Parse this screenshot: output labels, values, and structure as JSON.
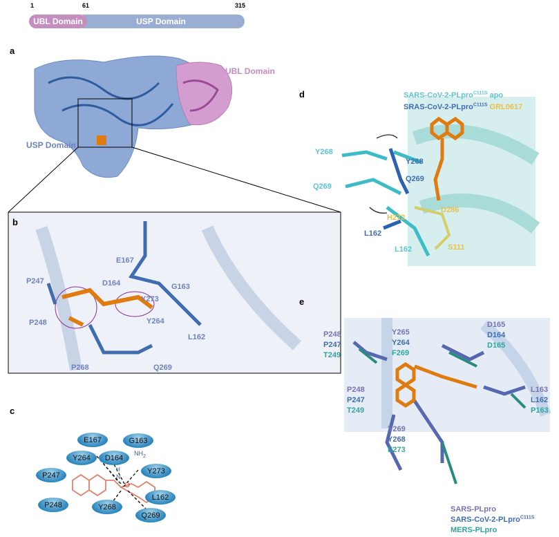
{
  "domain_bar": {
    "start": "1",
    "mid": "61",
    "end": "315",
    "ubl_label": "UBL Domain",
    "usp_label": "USP Domain",
    "ubl_color": "#c48fbf",
    "usp_color": "#9aaed4"
  },
  "panel_a": {
    "letter": "a",
    "ubl_label": "UBL Domain",
    "usp_label": "USP Domain"
  },
  "panel_b": {
    "letter": "b",
    "residues": [
      "E167",
      "D164",
      "P247",
      "Y273",
      "G163",
      "P248",
      "Y264",
      "L162",
      "P268",
      "Q269"
    ]
  },
  "panel_c": {
    "letter": "c",
    "residues": [
      "E167",
      "G163",
      "Y264",
      "D164",
      "Y273",
      "P247",
      "L162",
      "P248",
      "Y268",
      "Q269"
    ],
    "ligand_atoms": {
      "nh2": "NH",
      "nh2_sub": "2",
      "n": "N",
      "h": "H",
      "o": "O"
    }
  },
  "panel_d": {
    "letter": "d",
    "legend1_main": "SARS-CoV-2-PLpro",
    "legend1_sup": "C111S",
    "legend1_tail": "apo",
    "legend2_main": "SRAS-CoV-2-PLpro",
    "legend2_sup": "C111S",
    "legend2_tail": "GRL0617",
    "labels": {
      "y268_apo": "Y268",
      "y268": "Y268",
      "q269_apo": "Q269",
      "q269": "Q269",
      "h272": "H272",
      "d286": "D286",
      "l162": "L162",
      "l162_apo": "L162",
      "s111": "S111"
    }
  },
  "panel_e": {
    "letter": "e",
    "groups": [
      [
        "P248",
        "P247",
        "T249"
      ],
      [
        "Y265",
        "Y264",
        "F269"
      ],
      [
        "D165",
        "D164",
        "D165"
      ],
      [
        "P248",
        "P247",
        "T249"
      ],
      [
        "L163",
        "L162",
        "P163"
      ],
      [
        "Y269",
        "Y268",
        "E273"
      ]
    ],
    "legend": {
      "sars": "SARS-PLpro",
      "sars2_main": "SARS-CoV-2-PLpro",
      "sars2_sup": "C111S",
      "mers": "MERS-PLpro"
    }
  }
}
